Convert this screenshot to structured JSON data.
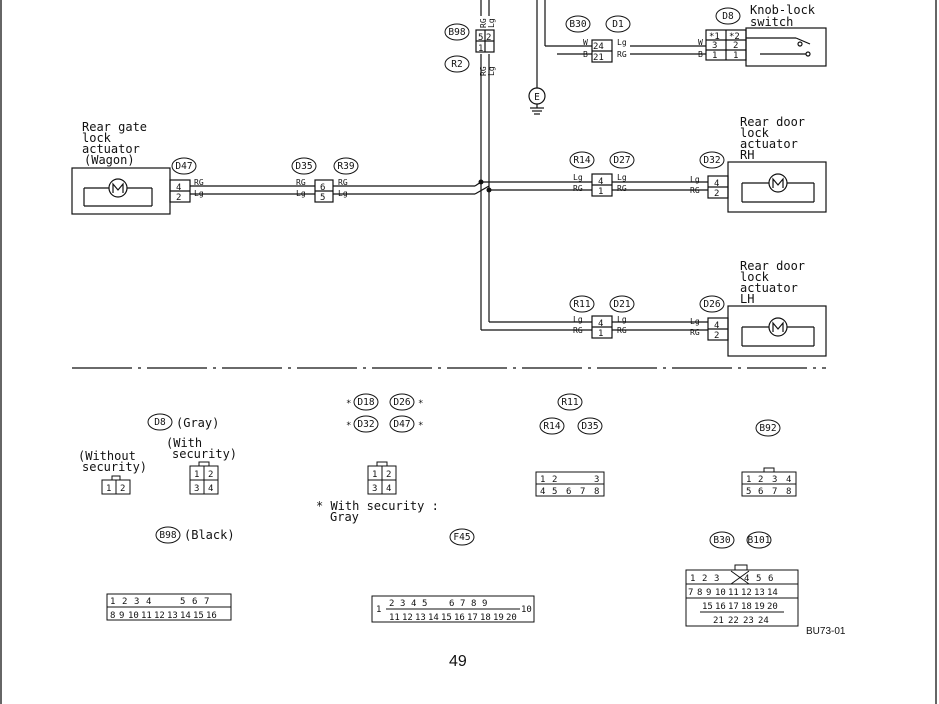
{
  "page_number": "49",
  "diagram_code": "BU73-01",
  "labels": {
    "knob_lock_switch": [
      "Knob-lock",
      "switch"
    ],
    "rear_gate_actuator": [
      "Rear gate",
      "lock",
      "actuator",
      "(Wagon)"
    ],
    "rear_door_rh": [
      "Rear door",
      "lock",
      "actuator",
      "RH"
    ],
    "rear_door_lh": [
      "Rear door",
      "lock",
      "actuator",
      "LH"
    ],
    "d8_color": "(Gray)",
    "without_security": [
      "(Without",
      "security)"
    ],
    "with_security": [
      "(With",
      "security)"
    ],
    "security_note": [
      "* With security :",
      "Gray"
    ],
    "b98_color": "(Black)"
  },
  "connector_tags": {
    "b98": "B98",
    "r2": "R2",
    "b30": "B30",
    "d1": "D1",
    "d8": "D8",
    "d47": "D47",
    "d35": "D35",
    "r39": "R39",
    "r14": "R14",
    "d27": "D27",
    "d32": "D32",
    "r11": "R11",
    "d21": "D21",
    "d26": "D26",
    "d18": "D18",
    "b92": "B92",
    "f45": "F45",
    "b101": "B101",
    "ground": "E"
  },
  "wire_colors": {
    "rg": "RG",
    "lg": "Lg",
    "w": "W",
    "b": "B"
  },
  "pins": {
    "p1": "1",
    "p2": "2",
    "p3": "3",
    "p4": "4",
    "p5": "5",
    "p6": "6",
    "p21": "21",
    "p24": "24",
    "star1": "*1",
    "star2": "*2"
  },
  "connector_faces": {
    "d8_without": [
      "1",
      "2"
    ],
    "d8_with_top": [
      "1",
      "2"
    ],
    "d8_with_bot": [
      "3",
      "4"
    ],
    "mid_top": [
      "1",
      "2"
    ],
    "mid_bot": [
      "3",
      "4"
    ],
    "r11_top": [
      "1",
      "2",
      "3"
    ],
    "r11_bot": [
      "4",
      "5",
      "6",
      "7",
      "8"
    ],
    "b92_top": [
      "1",
      "2",
      "3",
      "4"
    ],
    "b92_bot": [
      "5",
      "6",
      "7",
      "8"
    ],
    "b98_top": [
      "1",
      "2",
      "3",
      "4",
      "5",
      "6",
      "7"
    ],
    "b98_bot": [
      "8",
      "9",
      "10",
      "11",
      "12",
      "13",
      "14",
      "15",
      "16"
    ],
    "f45_top": [
      "2",
      "3",
      "4",
      "5",
      "6",
      "7",
      "8",
      "9"
    ],
    "f45_bot": [
      "11",
      "12",
      "13",
      "14",
      "15",
      "16",
      "17",
      "18",
      "19",
      "20"
    ],
    "f45_left": "1",
    "f45_right": "10",
    "b30_r1": [
      "1",
      "2",
      "3",
      "4",
      "5",
      "6"
    ],
    "b30_r2": [
      "7",
      "8",
      "9",
      "10",
      "11",
      "12",
      "13",
      "14"
    ],
    "b30_r3": [
      "15",
      "16",
      "17",
      "18",
      "19",
      "20"
    ],
    "b30_r4": [
      "21",
      "22",
      "23",
      "24"
    ]
  },
  "colors": {
    "line": "#111111",
    "background": "#ffffff"
  }
}
